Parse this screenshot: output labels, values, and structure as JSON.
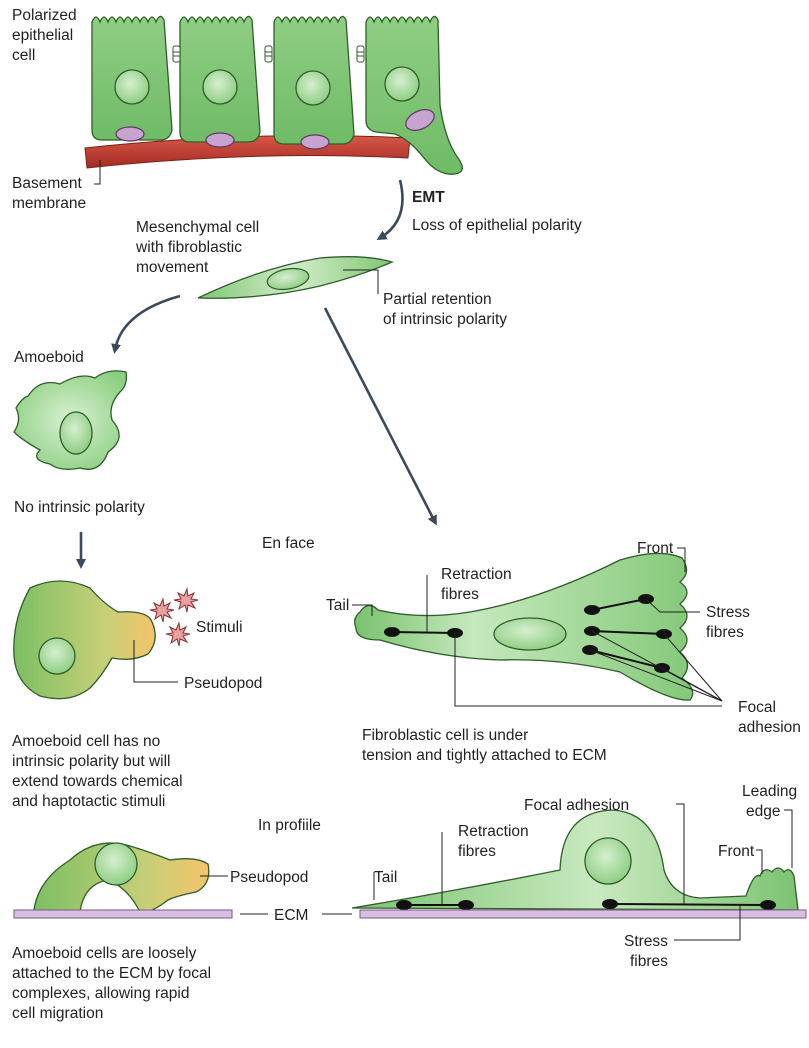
{
  "labels": {
    "polarized": [
      "Polarized",
      "epithelial",
      "cell"
    ],
    "basement": [
      "Basement",
      "membrane"
    ],
    "emt": "EMT",
    "loss_polarity": "Loss of epithelial polarity",
    "mesenchymal": [
      "Mesenchymal cell",
      "with fibroblastic",
      "movement"
    ],
    "partial_retention": [
      "Partial retention",
      "of intrinsic polarity"
    ],
    "amoeboid": "Amoeboid",
    "no_intrinsic": "No intrinsic polarity",
    "en_face": "En face",
    "stimuli": "Stimuli",
    "pseudopod": "Pseudopod",
    "amoeboid_desc": [
      "Amoeboid cell has no",
      "intrinsic polarity but will",
      "extend towards chemical",
      "and haptotactic stimuli"
    ],
    "tail": "Tail",
    "retraction_fibres": [
      "Retraction",
      "fibres"
    ],
    "front": "Front",
    "stress_fibres": [
      "Stress",
      "fibres"
    ],
    "focal_adhesion": [
      "Focal",
      "adhesion"
    ],
    "fibroblastic_desc": [
      "Fibroblastic cell is under",
      "tension and tightly attached to ECM"
    ],
    "in_profile": "In profiile",
    "pseudopod_profile": "Pseudopod",
    "ecm": "ECM",
    "amoeboid_profile_desc": [
      "Amoeboid cells are loosely",
      "attached to the ECM by focal",
      "complexes, allowing rapid",
      "cell migration"
    ],
    "focal_adhesion_profile": "Focal adhesion",
    "leading_edge": [
      "Leading",
      "edge"
    ],
    "front_profile": "Front",
    "tail_profile": "Tail",
    "retraction_fibres_profile": [
      "Retraction",
      "fibres"
    ],
    "stress_fibres_profile": [
      "Stress",
      "fibres"
    ]
  },
  "colors": {
    "cell_green": "#8fce84",
    "cell_light": "#d9f0d2",
    "membrane_red": "#c0392b",
    "adhesion_purple": "#c9a3cf",
    "ecm_purple": "#a784b3",
    "arrow": "#3b4a5a",
    "pseudopod_yellow": "#f2c66d"
  }
}
